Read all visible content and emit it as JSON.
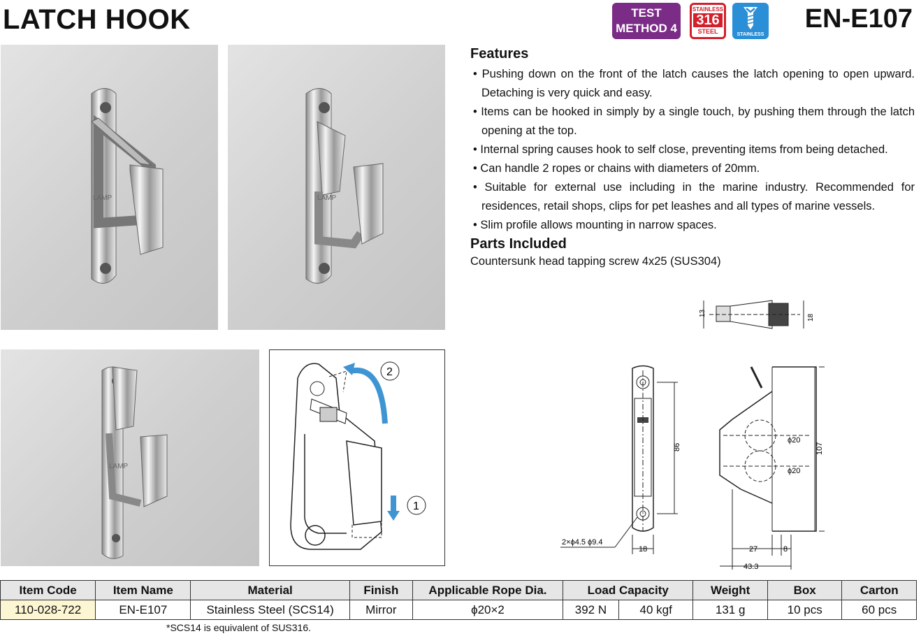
{
  "header": {
    "title": "LATCH HOOK",
    "product_code": "EN-E107",
    "badge_test_line1": "TEST",
    "badge_test_line2": "METHOD 4",
    "badge_316_top": "STAINLESS",
    "badge_316_mid": "316",
    "badge_316_bot": "STEEL",
    "badge_stainless": "STAINLESS"
  },
  "photos": {
    "stamp": "LAMP"
  },
  "operation_diagram": {
    "step1": "1",
    "step2": "2"
  },
  "features": {
    "heading": "Features",
    "items": [
      "Pushing down on the front of the latch causes the latch opening to open upward. Detaching is very quick and easy.",
      "Items can be hooked in simply by a single touch, by pushing them through the latch opening at the top.",
      "Internal spring causes hook to self close, preventing items from being detached.",
      "Can handle 2 ropes or chains with diameters of 20mm.",
      "Suitable for external use including in the marine industry. Recommended for residences, retail shops, clips for pet leashes and all types of marine vessels.",
      "Slim profile allows mounting in narrow spaces."
    ]
  },
  "parts": {
    "heading": "Parts Included",
    "text": "Countersunk head tapping screw 4x25 (SUS304)"
  },
  "drawing": {
    "screw_dim_left": "13",
    "screw_dim_right": "18",
    "dim_86": "86",
    "dim_107": "107",
    "dim_phi20_a": "ϕ20",
    "dim_phi20_b": "ϕ20",
    "dim_holes": "2×ϕ4.5 ϕ9.4",
    "dim_18": "18",
    "dim_27": "27",
    "dim_8": "8",
    "dim_43_3": "43.3"
  },
  "table": {
    "headers": [
      "Item Code",
      "Item Name",
      "Material",
      "Finish",
      "Applicable Rope Dia.",
      "Load Capacity",
      "Weight",
      "Box",
      "Carton"
    ],
    "row": {
      "item_code": "110-028-722",
      "item_name": "EN-E107",
      "material": "Stainless Steel (SCS14)",
      "finish": "Mirror",
      "rope_dia": "ϕ20×2",
      "load_n": "392 N",
      "load_kgf": "40 kgf",
      "weight": "131 g",
      "box": "10 pcs",
      "carton": "60 pcs"
    }
  },
  "note": "*SCS14 is equivalent of SUS316."
}
